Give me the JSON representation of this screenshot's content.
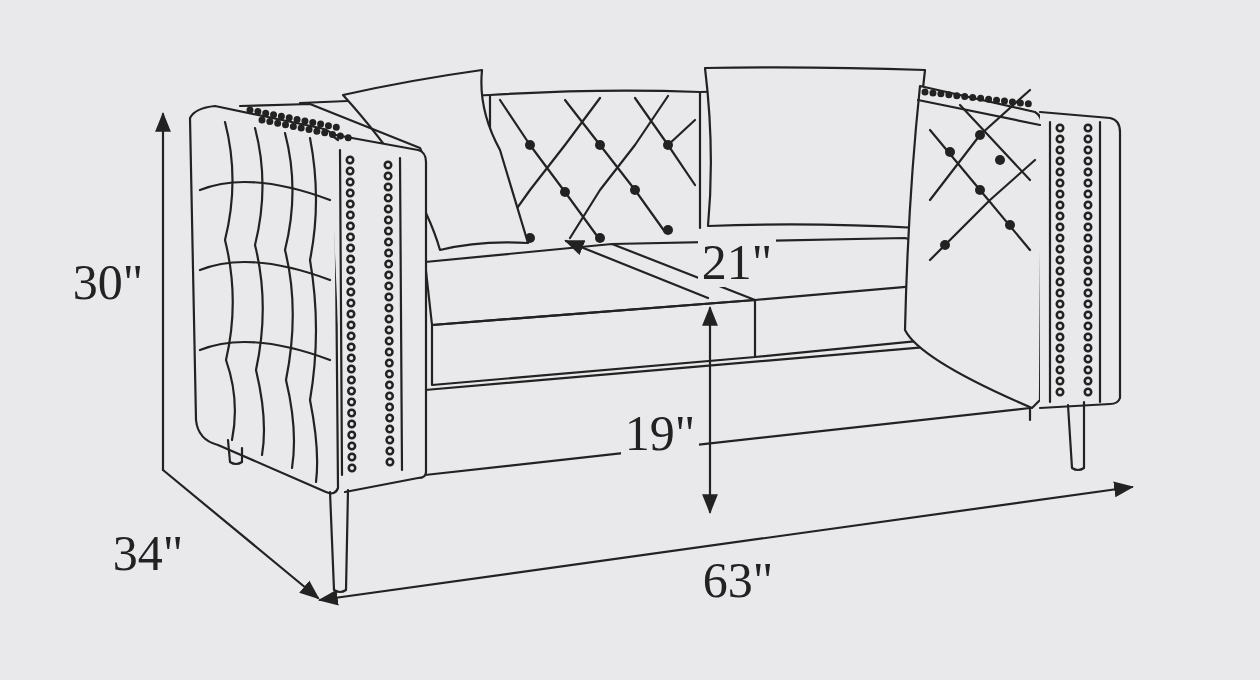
{
  "diagram": {
    "labels": [
      "30\"",
      "21\"",
      "19\"",
      "34\"",
      "63\""
    ]
  }
}
